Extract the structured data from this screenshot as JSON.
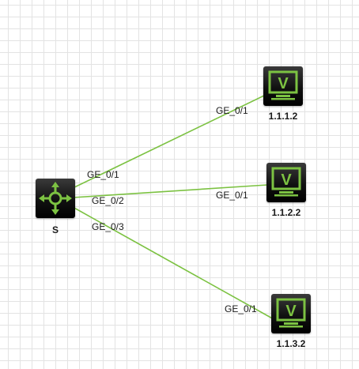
{
  "diagram": {
    "nodes": [
      {
        "id": "S",
        "label": "S",
        "kind": "switch",
        "icon": "switch-router-icon"
      },
      {
        "id": "h1",
        "label": "1.1.1.2",
        "kind": "host",
        "icon": "monitor-icon",
        "glyph": "V"
      },
      {
        "id": "h2",
        "label": "1.1.2.2",
        "kind": "host",
        "icon": "monitor-icon",
        "glyph": "V"
      },
      {
        "id": "h3",
        "label": "1.1.3.2",
        "kind": "host",
        "icon": "monitor-icon",
        "glyph": "V"
      }
    ],
    "links": [
      {
        "from": "S",
        "to": "h1",
        "from_port": "GE_0/1",
        "to_port": "GE_0/1"
      },
      {
        "from": "S",
        "to": "h2",
        "from_port": "GE_0/2",
        "to_port": "GE_0/1"
      },
      {
        "from": "S",
        "to": "h3",
        "from_port": "GE_0/3",
        "to_port": "GE_0/1"
      }
    ],
    "colors": {
      "link": "#7cc242",
      "icon_accent": "#7cc242",
      "icon_background": "#111111",
      "grid": "#e3e3e3"
    }
  }
}
